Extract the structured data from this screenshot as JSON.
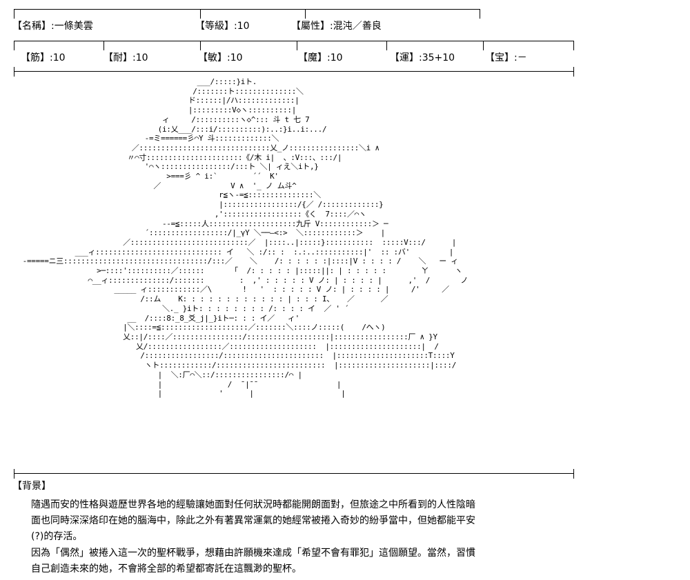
{
  "row1": [
    {
      "key": "名稱",
      "value": "一條美雲"
    },
    {
      "key": "等級",
      "value": "10"
    },
    {
      "key": "屬性",
      "value": "混沌／善良"
    }
  ],
  "row2": [
    {
      "key": "筋",
      "value": "10"
    },
    {
      "key": "耐",
      "value": "10"
    },
    {
      "key": "敏",
      "value": "10"
    },
    {
      "key": "魔",
      "value": "10"
    },
    {
      "key": "運",
      "value": "35+10"
    },
    {
      "key": "宝",
      "value": "－"
    }
  ],
  "ascii_art": "                                          ___/:::::}iト.\n                                         /:::::::ト::::::::::::::＼\n                                        ド::::::|/ハ:::::::::::::|\n                                        |:::::::::V◇ヽ::::::::::|\n                                  ィ     /::::::::::ヽ◇^::: 斗 t 七 7\n                                 (i:乂___/:::i/::::::::::):..:}i..i:.../\n                              -=ミ======彡⌒Y 斗:::::::::::::＼\n                           ／::::::::::::::::::::::::::::::乂_ノ::::::::::::::::＼i ∧\n                          〃⌒寸::::::::::::::::::::::《/木 i|  、:V:::、:::/|\n                              '⌒ヽ::::::::::::::::/:::ト ＼| ィえ＼iト,}\n                                   >===彡 ^ i:`        ´´  K'\n                                ／                V ∧  '_ ノ ム斗^\n                                               r≦ヽ-=≦:::::::::::::::＼\n                                               |:::::::::::::::::/{／ /:::::::::::::}\n                                              ,'::::::::::::::::::《く  7::::／⌒ヽ\n                                  --=≦:::::人::::::::::::::::::::九斤 V::::::::::::＞ ─\n                              ´::::::::::::::::::/|_γY ＼──―<:>  ＼::::::::::::＞    |\n                         ／:::::::::::::::::::::::::::／  |::::..|:::::}:::::::::::  :::::V:::/      |\n              ___ィ::::::::::::::::::::::::::::: イ   ＼ :/:: :  :.:..:::::::::::|'  :: :バ'         |\n  -=====ニ三:::::::::::::::::::::::::::::::::/:::／    ＼    /: : : : : :|::::|V : : : : /    ＼   ー ィ\n                   >─::::'::::::::::／::::::      「  /: : : : : |:::::||: | : : : : :        ㄚ      ヽ\n                 ⌒__ィ::::::::::::::/:::::::        :  ,' : : : : : V ノ: | : : : : |      ,'  /       ノ\n                       _____ ィ::::::::::::／\\       !   '  : : : : : V ノ: | : : : : |     /'     ／\n                             /::ム    K: : : : : : : : : : : : | : : : I、   ／      ／\n                                  ＼._ }iト: : : : : : : : /: : : : イ  ／ ' ´\n                          __  /::::8:_8_爻_j|_}iト─: : : イ／   ィ'\n                         |＼::::=≦::::::::::::::::::::／:::::::＼::::ノ:::::(    /へヽ)\n                         乂::|/::::／::::::::::::::::/:::::::::::::::::::|:::::::::::::::::厂 ∧ }Y\n                            乂/:::::::::::::::::／::::::::::::::::::::  |:::::::::::::::::::::|  /\n                             /:::::::::::::::::/:::::::::::::::::::::::  |:::::::::::::::::::::T::::Y\n                              ヽト::::::::::::/:::::::::::::::::::::::::  |:::::::::::::::::::::|::::/\n                                 |  ＼:厂⌒＼::/::::::::::::::::/⌒ |\n                                 |               /  ¯|¯¯                  |\n                                 |             '      |                    |",
  "background": {
    "title": "背景",
    "lines": [
      "隨遇而安的性格與遊歷世界各地的經驗讓她面對任何狀況時都能開朗面對，但旅途之中所看到的人性陰暗",
      "面也同時深深烙印在她的腦海中，除此之外有著異常運氣的她經常被捲入奇妙的紛爭當中，但她都能平安",
      "(?)的存活。",
      "因為「偶然」被捲入這一次的聖杯戰爭，想藉由許願機來達成「希望不會有罪犯」這個願望。當然，習慣",
      "自己創造未來的她，不會將全部的希望都寄託在這飄渺的聖杯。"
    ]
  }
}
